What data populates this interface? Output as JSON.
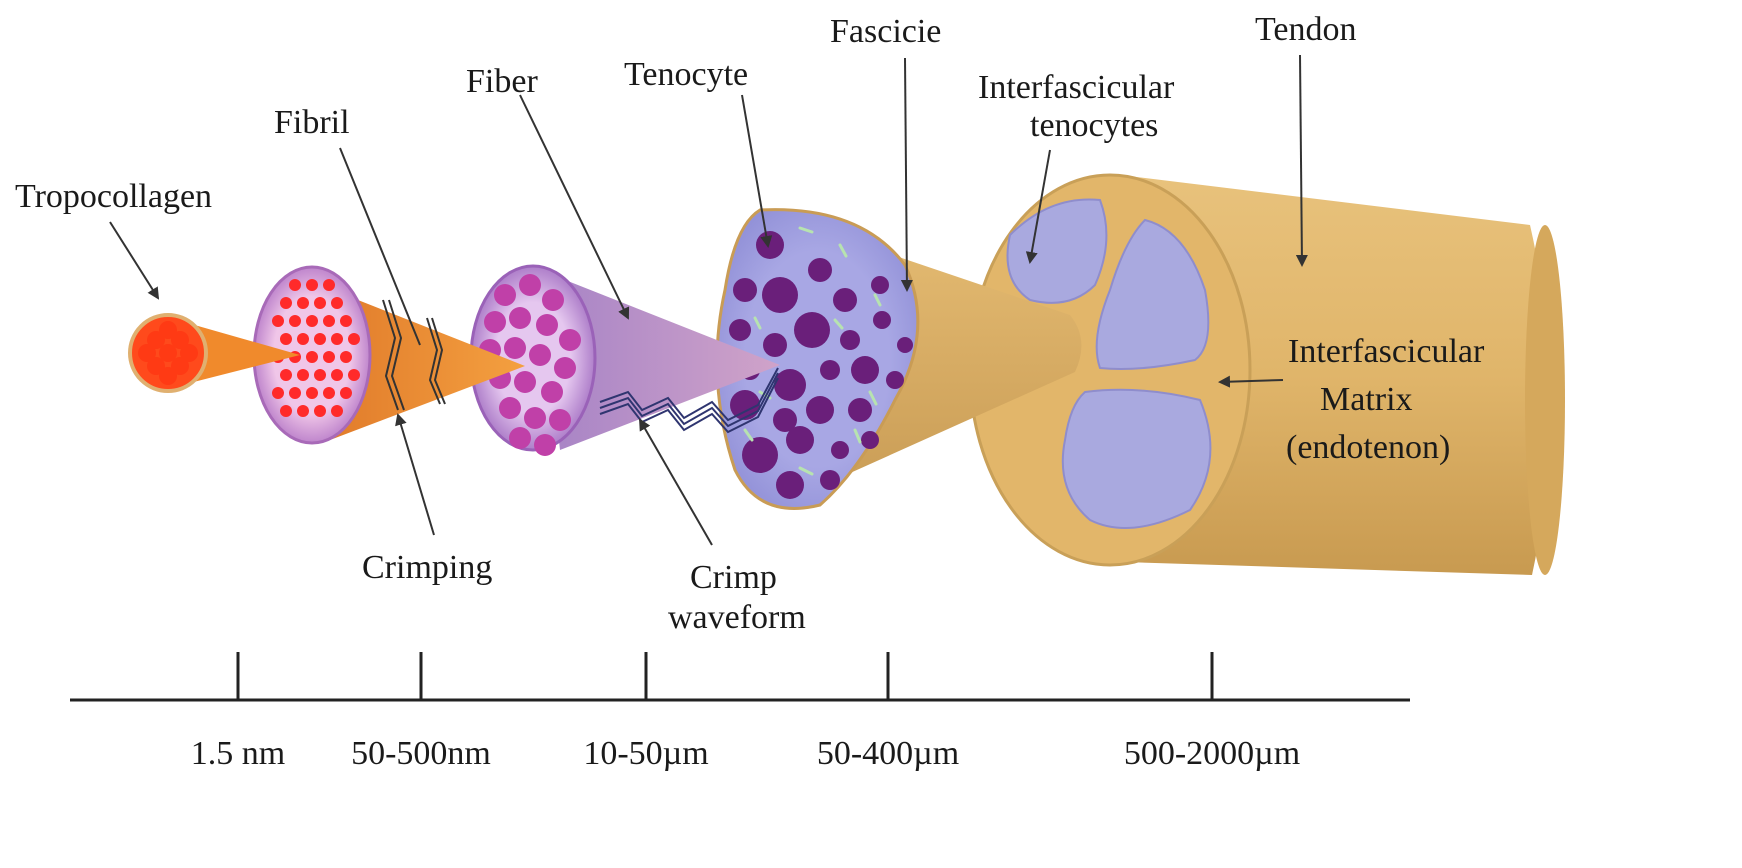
{
  "labels": {
    "tropocollagen": "Tropocollagen",
    "fibril": "Fibril",
    "fiber": "Fiber",
    "tenocyte": "Tenocyte",
    "fascicie": "Fascicie",
    "interfascicular_tenocytes_1": "Interfascicular",
    "interfascicular_tenocytes_2": "tenocytes",
    "tendon": "Tendon",
    "crimping": "Crimping",
    "crimp_waveform_1": "Crimp",
    "crimp_waveform_2": "waveform",
    "matrix_1": "Interfascicular",
    "matrix_2": "Matrix",
    "matrix_3": "(endotenon)"
  },
  "scale": {
    "ticks": [
      "1.5 nm",
      "50-500nm",
      "10-50µm",
      "50-400µm",
      "500-2000µm"
    ]
  },
  "colors": {
    "tropocollagen_fill": "#ff4a1c",
    "cone_orange": "#f08a2c",
    "fiber_cone": "#b48ac8",
    "fibril_face": "#b080c8",
    "dots_red": "#ff2a2a",
    "dots_magenta": "#c040a8",
    "fascicle_face": "#9f9ee0",
    "dots_purple": "#6a1f7a",
    "tendon_tan": "#e2b66a",
    "tendon_face_lavender": "#a9a9df"
  }
}
